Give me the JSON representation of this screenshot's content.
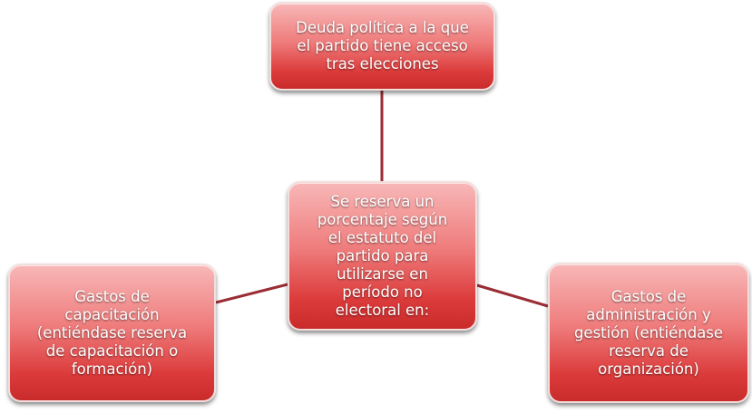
{
  "diagram": {
    "connector_color": "#9b2d34",
    "node_colors": {
      "fill_top": "#f8b7b7",
      "fill_bottom": "#c92b2b",
      "border": "#f3dede",
      "text": "#ffffff"
    },
    "nodes": {
      "top": {
        "text": "Deuda política a la que\nel partido tiene acceso\ntras elecciones"
      },
      "center": {
        "text": "Se reserva  un\nporcentaje  según\nel estatuto del\npartido para\nutilizarse en\nperíodo no\nelectoral en:"
      },
      "left": {
        "text": "Gastos de\ncapacitación\n(entiéndase reserva\nde capacitación o\nformación)"
      },
      "right": {
        "text": "Gastos de\nadministración y\ngestión (entiéndase\nreserva de\norganización)"
      }
    }
  }
}
